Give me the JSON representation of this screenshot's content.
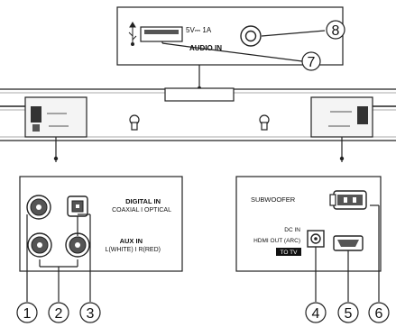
{
  "top_panel": {
    "usb_rating": "5V⎓ 1A",
    "audio_in": "AUDIO IN"
  },
  "left_panel": {
    "digital_in": "DIGITAL IN",
    "coaxial_optical": "COAXIAL  I  OPTICAL",
    "aux_in": "AUX IN",
    "aux_channels": "L(WHITE)  I  R(RED)"
  },
  "right_panel": {
    "subwoofer": "SUBWOOFER",
    "dc_in": "DC IN",
    "hdmi_out": "HDMI OUT (ARC)",
    "to_tv": "TO TV"
  },
  "callouts": [
    "1",
    "2",
    "3",
    "4",
    "5",
    "6",
    "7",
    "8"
  ],
  "icons": [
    "usb-icon",
    "audio-in-jack-icon",
    "coaxial-jack-icon",
    "optical-port-icon",
    "aux-jack-icon",
    "dc-in-jack-icon",
    "hdmi-port-icon",
    "subwoofer-port-icon",
    "keyhole-icon"
  ]
}
